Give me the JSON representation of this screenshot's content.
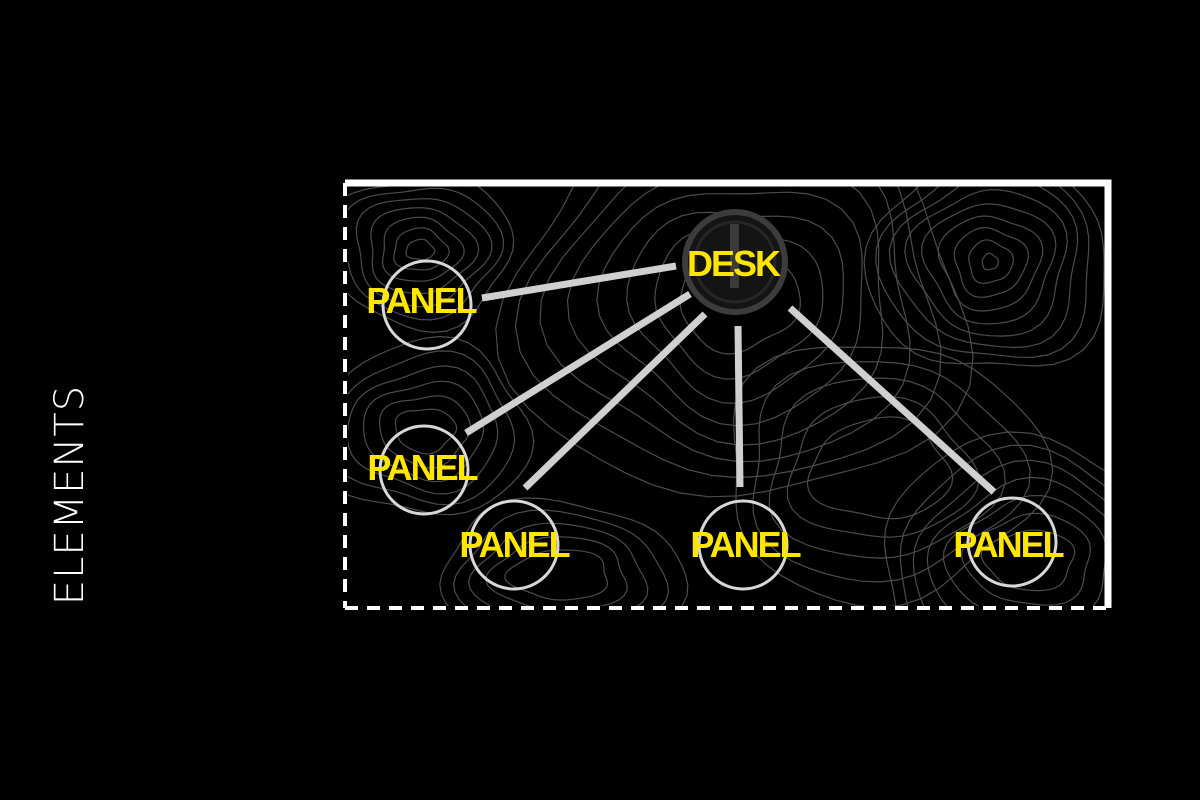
{
  "title": "ELEMENTS",
  "colors": {
    "background": "#000000",
    "frame": "#ffffff",
    "contour": "#5a5a5a",
    "link": "#d0d0d0",
    "label": "#ffe600"
  },
  "hub": {
    "id": "desk",
    "label": "DESK"
  },
  "nodes": [
    {
      "id": "panel-1",
      "label": "PANEL"
    },
    {
      "id": "panel-2",
      "label": "PANEL"
    },
    {
      "id": "panel-3",
      "label": "PANEL"
    },
    {
      "id": "panel-4",
      "label": "PANEL"
    },
    {
      "id": "panel-5",
      "label": "PANEL"
    }
  ]
}
